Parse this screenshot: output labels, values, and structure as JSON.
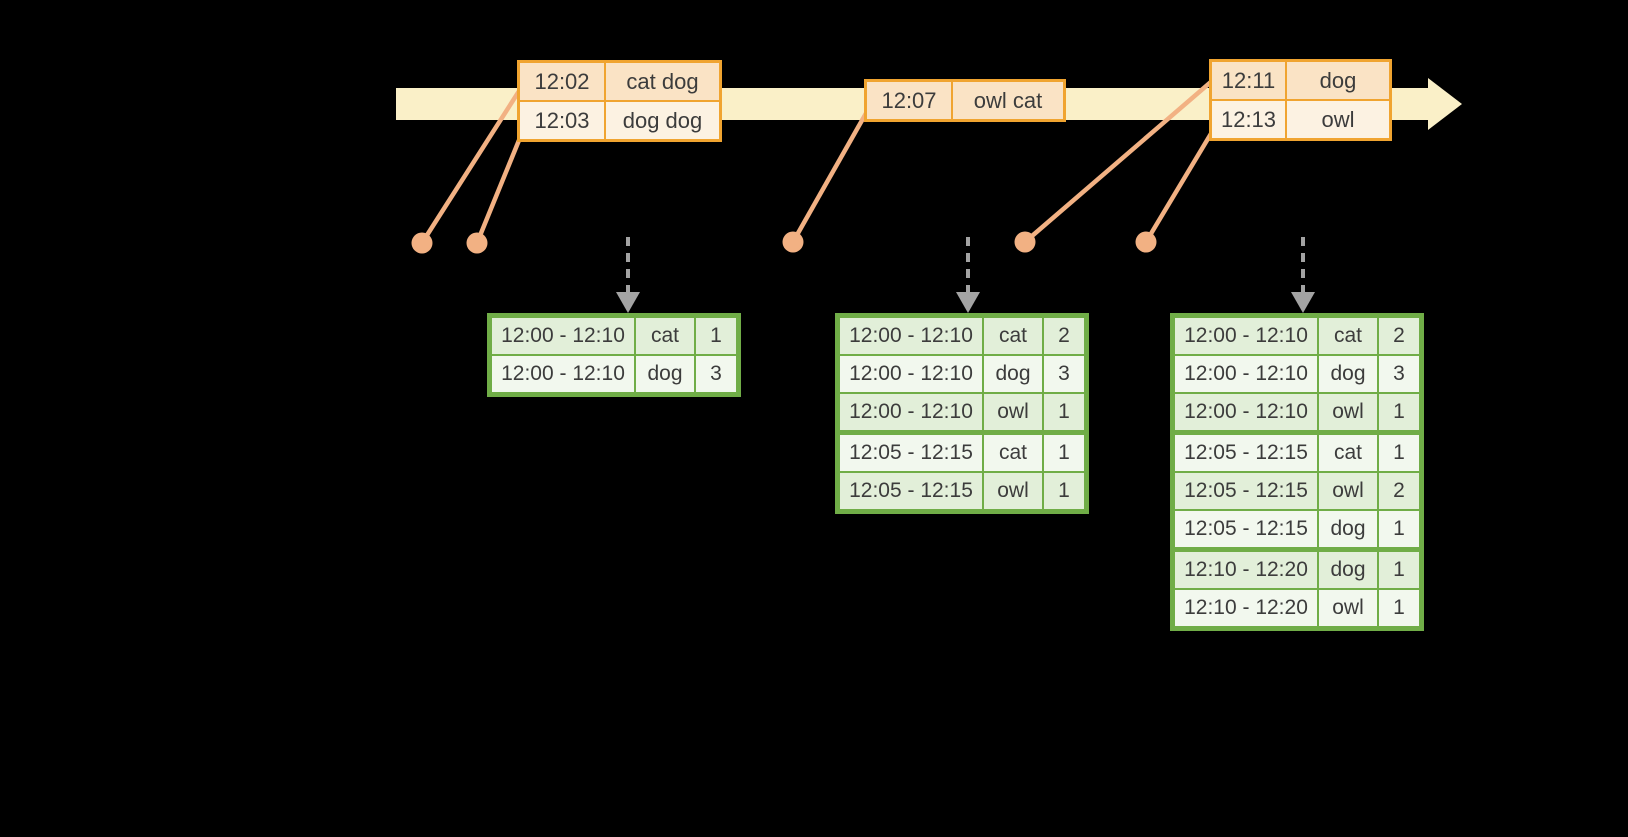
{
  "diagram_label": "windowed-word-count-over-event-timeline",
  "colors": {
    "background": "#000000",
    "timeline_fill": "#FAF0C8",
    "event_border": "#F0A430",
    "event_row_dark": "#FAE3C5",
    "event_row_light": "#FCF2E2",
    "connector": "#F2B183",
    "result_border": "#70AD47",
    "result_row_dark": "#E2EFD9",
    "result_row_light": "#F2F8EE",
    "table_text": "#3C3C3C",
    "trigger_arrow": "#A3A3A3"
  },
  "icons": {
    "timeline_arrow": "block-arrow-right",
    "event_marker": "filled-circle",
    "trigger_arrow": "dashed-arrow-down"
  },
  "event_tables": [
    {
      "rows": [
        {
          "time": "12:02",
          "words": "cat dog"
        },
        {
          "time": "12:03",
          "words": "dog dog"
        }
      ]
    },
    {
      "rows": [
        {
          "time": "12:07",
          "words": "owl cat"
        }
      ]
    },
    {
      "rows": [
        {
          "time": "12:11",
          "words": "dog"
        },
        {
          "time": "12:13",
          "words": "owl"
        }
      ]
    }
  ],
  "result_tables": [
    {
      "rows": [
        {
          "window": "12:00 - 12:10",
          "word": "cat",
          "count": "1"
        },
        {
          "window": "12:00 - 12:10",
          "word": "dog",
          "count": "3"
        }
      ]
    },
    {
      "rows": [
        {
          "window": "12:00 - 12:10",
          "word": "cat",
          "count": "2"
        },
        {
          "window": "12:00 - 12:10",
          "word": "dog",
          "count": "3"
        },
        {
          "window": "12:00 - 12:10",
          "word": "owl",
          "count": "1"
        },
        {
          "window": "12:05 - 12:15",
          "word": "cat",
          "count": "1"
        },
        {
          "window": "12:05 - 12:15",
          "word": "owl",
          "count": "1"
        }
      ]
    },
    {
      "rows": [
        {
          "window": "12:00 - 12:10",
          "word": "cat",
          "count": "2"
        },
        {
          "window": "12:00 - 12:10",
          "word": "dog",
          "count": "3"
        },
        {
          "window": "12:00 - 12:10",
          "word": "owl",
          "count": "1"
        },
        {
          "window": "12:05 - 12:15",
          "word": "cat",
          "count": "1"
        },
        {
          "window": "12:05 - 12:15",
          "word": "owl",
          "count": "2"
        },
        {
          "window": "12:05 - 12:15",
          "word": "dog",
          "count": "1"
        },
        {
          "window": "12:10 - 12:20",
          "word": "dog",
          "count": "1"
        },
        {
          "window": "12:10 - 12:20",
          "word": "owl",
          "count": "1"
        }
      ]
    }
  ]
}
